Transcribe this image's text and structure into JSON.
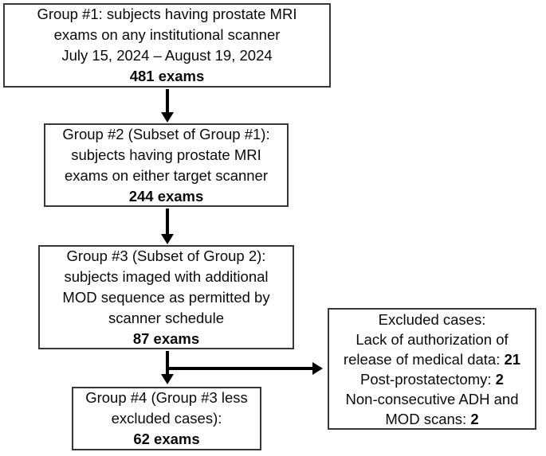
{
  "figure": {
    "background": "#ffffff",
    "box_border_color": "#383838",
    "arrow_color": "#000000",
    "text_color": "#0a0a0a"
  },
  "boxes": {
    "group1": {
      "lines": [
        "Group #1: subjects having prostate MRI",
        "exams on any institutional scanner",
        "July 15, 2024 – August 19, 2024"
      ],
      "count": "481 exams"
    },
    "group2": {
      "lines": [
        "Group #2 (Subset of Group #1):",
        "subjects having prostate MRI",
        "exams on either target scanner"
      ],
      "count": "244 exams"
    },
    "group3": {
      "lines": [
        "Group #3 (Subset of Group 2):",
        "subjects imaged with additional",
        "MOD sequence as permitted by",
        "scanner schedule"
      ],
      "count": "87 exams"
    },
    "group4": {
      "lines": [
        "Group #4 (Group #3 less",
        "excluded cases):"
      ],
      "count": "62 exams"
    },
    "excluded": {
      "lines": [
        {
          "text": "Excluded cases:",
          "value": ""
        },
        {
          "text": "Lack of authorization of",
          "value": ""
        },
        {
          "text": "release of medical data: ",
          "value": "21"
        },
        {
          "text": "Post-prostatectomy: ",
          "value": "2"
        },
        {
          "text": "Non-consecutive ADH and",
          "value": ""
        },
        {
          "text": "MOD scans: ",
          "value": "2"
        }
      ]
    }
  }
}
